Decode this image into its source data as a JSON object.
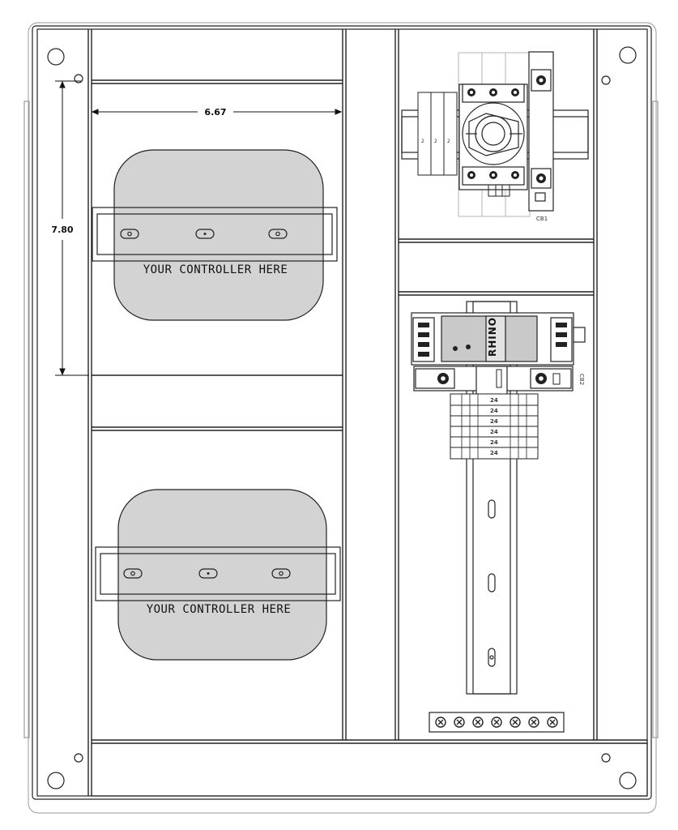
{
  "dimensions": {
    "width": "6.67",
    "height": "7.80"
  },
  "controllers": [
    {
      "label": "YOUR CONTROLLER HERE"
    },
    {
      "label": "YOUR CONTROLLER HERE"
    }
  ],
  "breakers": {
    "cb1": "CB1",
    "cb2": "CB2"
  },
  "power_supply": {
    "brand": "RHINO"
  },
  "terminal_marks": [
    "24",
    "24",
    "24",
    "24",
    "24",
    "24"
  ],
  "din_rail_terminals": [
    2,
    2,
    2
  ],
  "colors": {
    "line": "#222222",
    "controller_fill": "#d3d3d3",
    "ghost": "#b5b5b5"
  }
}
